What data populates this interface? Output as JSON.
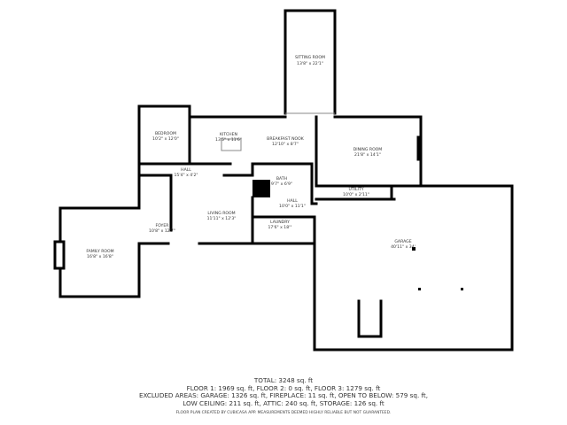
{
  "rooms": [
    {
      "name": "SITTING ROOM",
      "dims": "13'8\" x 22'1\""
    },
    {
      "name": "BEDROOM",
      "dims": "10'2\" x 12'0\""
    },
    {
      "name": "KITCHEN",
      "dims": "13'5\" x 11'6\""
    },
    {
      "name": "BREAKFAST NOOK",
      "dims": "12'10\" x 8'7\""
    },
    {
      "name": "DINING ROOM",
      "dims": "21'8\" x 14'1\""
    },
    {
      "name": "HALL",
      "dims": "15'4\" x 4'2\""
    },
    {
      "name": "BATH",
      "dims": "9'7\" x 6'9\""
    },
    {
      "name": "UTILITY",
      "dims": "10'0\" x 2'11\""
    },
    {
      "name": "HALL",
      "dims": "10'0\" x 11'1\""
    },
    {
      "name": "LIVING ROOM",
      "dims": "11'11\" x 12'3\""
    },
    {
      "name": "FOYER",
      "dims": "10'8\" x 12'7\""
    },
    {
      "name": "LAUNDRY",
      "dims": "17'6\" x 18'\""
    },
    {
      "name": "FAMILY ROOM",
      "dims": "16'8\" x 16'8\""
    },
    {
      "name": "GARAGE",
      "dims": "40'11\" x 34'"
    }
  ],
  "summary": {
    "total": "TOTAL: 3248 sq. ft",
    "floors": "FLOOR 1: 1969 sq. ft, FLOOR 2: 0 sq. ft, FLOOR 3: 1279 sq. ft",
    "excluded_1": "EXCLUDED AREAS: GARAGE: 1326 sq. ft, FIREPLACE: 11 sq. ft, OPEN TO BELOW: 579 sq. ft,",
    "excluded_2": "LOW CEILING: 211 sq. ft, ATTIC: 240 sq. ft, STORAGE: 126 sq. ft",
    "disclaimer": "FLOOR PLAN CREATED BY CUBICASA APP. MEASUREMENTS DEEMED HIGHLY RELIABLE BUT NOT GUARANTEED."
  }
}
